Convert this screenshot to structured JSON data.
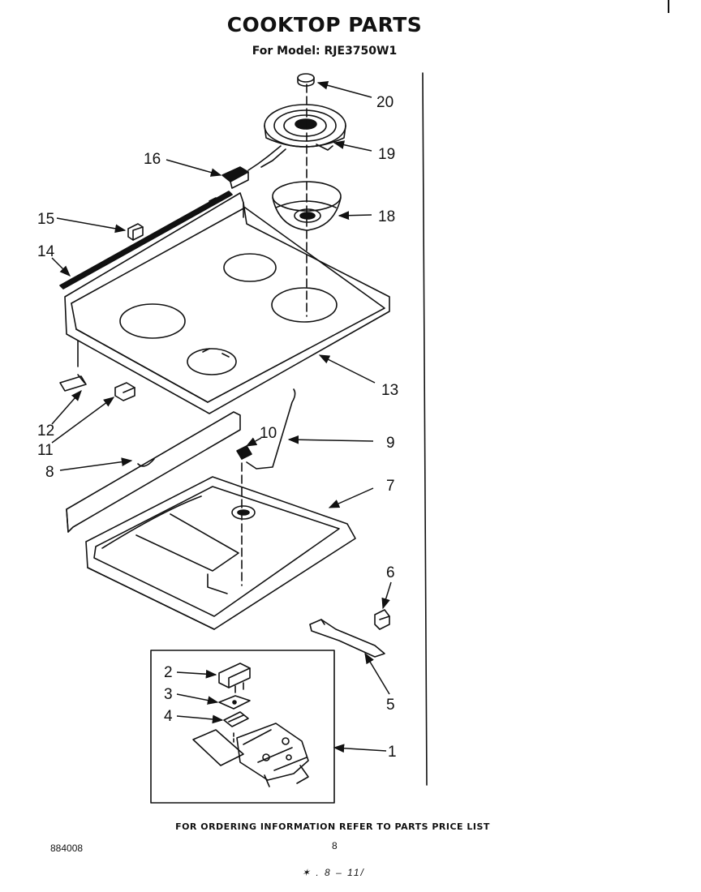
{
  "title": "COOKTOP PARTS",
  "subtitle": "For Model: RJE3750W1",
  "footer": "FOR ORDERING INFORMATION REFER TO PARTS PRICE LIST",
  "document_code": "884008",
  "page_number": "8",
  "handwritten_mark": "✶ . 8 – 11/",
  "part_labels": {
    "p1": "1",
    "p2": "2",
    "p3": "3",
    "p4": "4",
    "p5": "5",
    "p6": "6",
    "p7": "7",
    "p8": "8",
    "p9": "9",
    "p10": "10",
    "p11": "11",
    "p12": "12",
    "p13": "13",
    "p14": "14",
    "p15": "15",
    "p16": "16",
    "p18": "18",
    "p19": "19",
    "p20": "20"
  }
}
